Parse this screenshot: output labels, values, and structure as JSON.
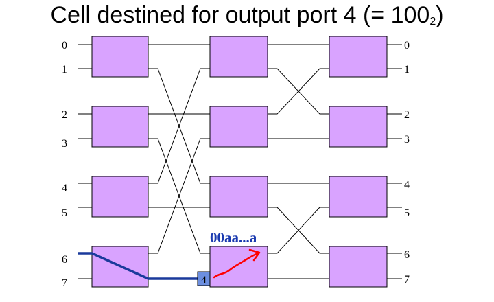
{
  "title": {
    "main": "Cell destined for output port 4 (= 100",
    "base": "2",
    "close": ")"
  },
  "input_ports": [
    "0",
    "1",
    "2",
    "3",
    "4",
    "5",
    "6",
    "7"
  ],
  "output_ports": [
    "0",
    "1",
    "2",
    "3",
    "4",
    "5",
    "6",
    "7"
  ],
  "cell_tag": "4",
  "routing_label": "00aa...a",
  "colors": {
    "switch_fill": "#d9a3ff",
    "wire": "#000000",
    "route_path": "#1a3a9c",
    "cell_fill": "#6c8fe0",
    "routing_label": "#1a3ab0",
    "routing_arrow": "#ff0000"
  }
}
